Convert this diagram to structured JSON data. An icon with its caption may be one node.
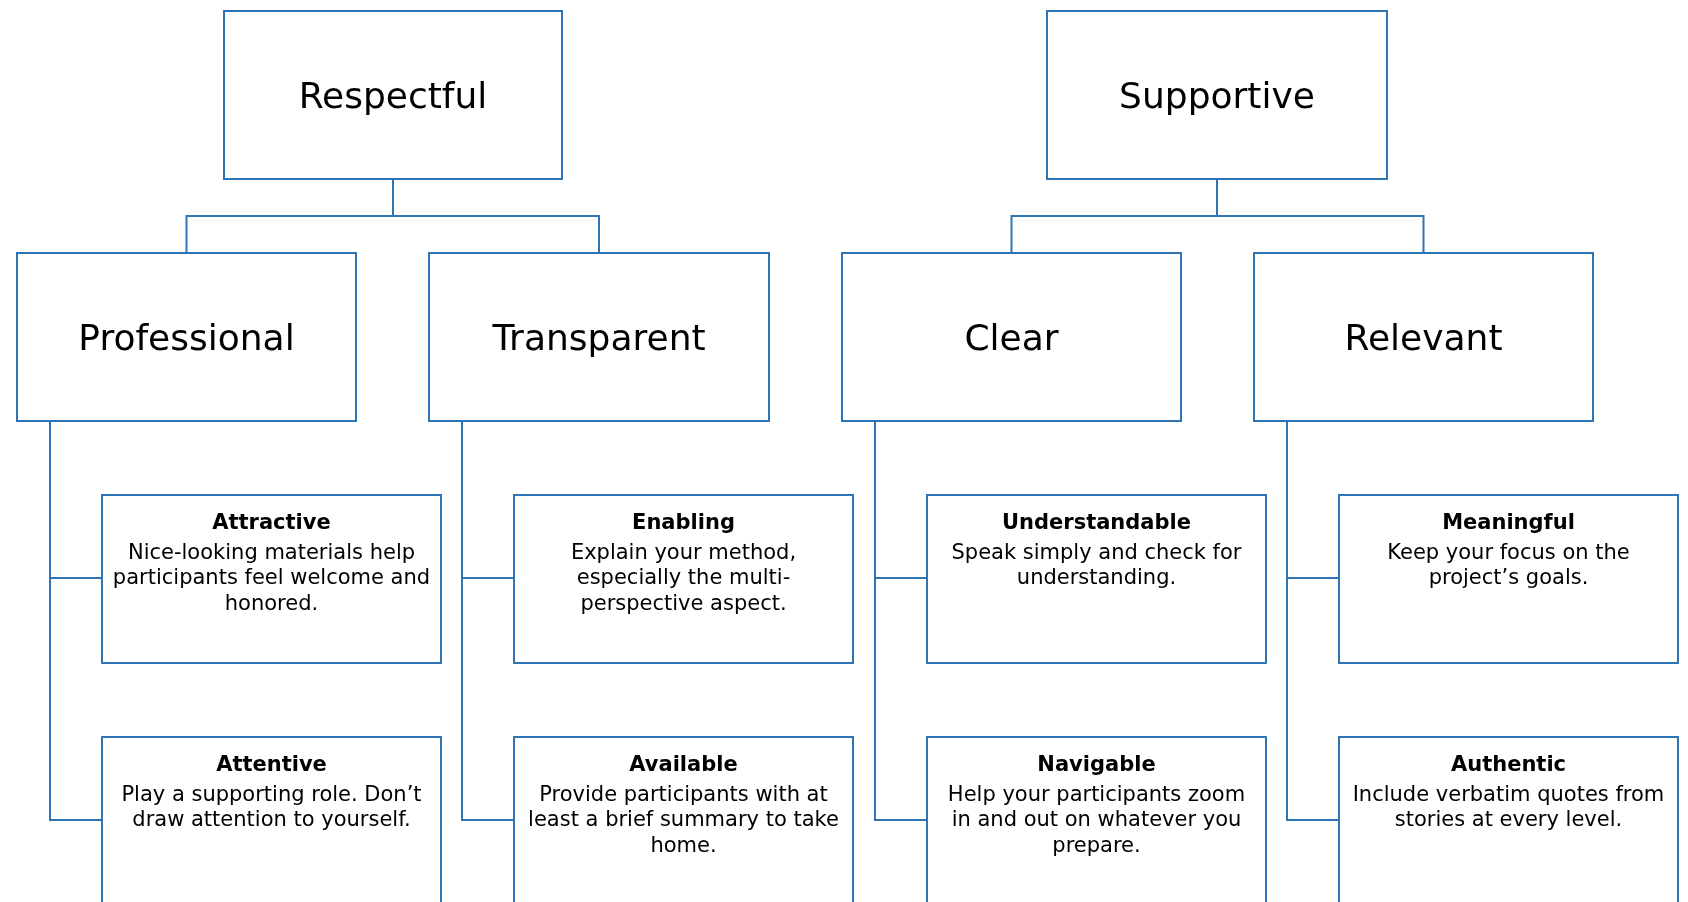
{
  "diagram": {
    "nodes": [
      {
        "text": [
          "Respectful"
        ]
      },
      {
        "text": [
          "Supportive"
        ]
      },
      {
        "text": [
          "Professional"
        ]
      },
      {
        "text": [
          "Transparent"
        ]
      },
      {
        "text": [
          "Clear"
        ]
      },
      {
        "text": [
          "Relevant"
        ]
      },
      {
        "text": [
          "Attractive",
          "Nice-looking materials help participants feel welcome and honored."
        ]
      },
      {
        "text": [
          "Enabling",
          "Explain your method, especially the multi-perspective aspect."
        ]
      },
      {
        "text": [
          "Understandable",
          "Speak simply and check for understanding."
        ]
      },
      {
        "text": [
          "Meaningful",
          "Keep your focus on the project’s goals."
        ]
      },
      {
        "text": [
          "Attentive",
          "Play a supporting role. Don’t draw attention to yourself."
        ]
      },
      {
        "text": [
          "Available",
          "Provide participants with at least a brief summary to take home."
        ]
      },
      {
        "text": [
          "Navigable",
          "Help your participants zoom in and out on whatever you prepare."
        ]
      },
      {
        "text": [
          "Authentic",
          "Include verbatim quotes from stories at every level."
        ]
      }
    ],
    "edges": [
      {
        "from": 0,
        "to": 2,
        "arrow": "none"
      },
      {
        "from": 0,
        "to": 3,
        "arrow": "none"
      },
      {
        "from": 1,
        "to": 4,
        "arrow": "none"
      },
      {
        "from": 1,
        "to": 5,
        "arrow": "none"
      },
      {
        "from": 2,
        "to": 6,
        "arrow": "none"
      },
      {
        "from": 2,
        "to": 10,
        "arrow": "none"
      },
      {
        "from": 3,
        "to": 7,
        "arrow": "none"
      },
      {
        "from": 3,
        "to": 11,
        "arrow": "none"
      },
      {
        "from": 4,
        "to": 8,
        "arrow": "none"
      },
      {
        "from": 4,
        "to": 12,
        "arrow": "none"
      },
      {
        "from": 5,
        "to": 9,
        "arrow": "none"
      },
      {
        "from": 5,
        "to": 13,
        "arrow": "none"
      }
    ]
  }
}
